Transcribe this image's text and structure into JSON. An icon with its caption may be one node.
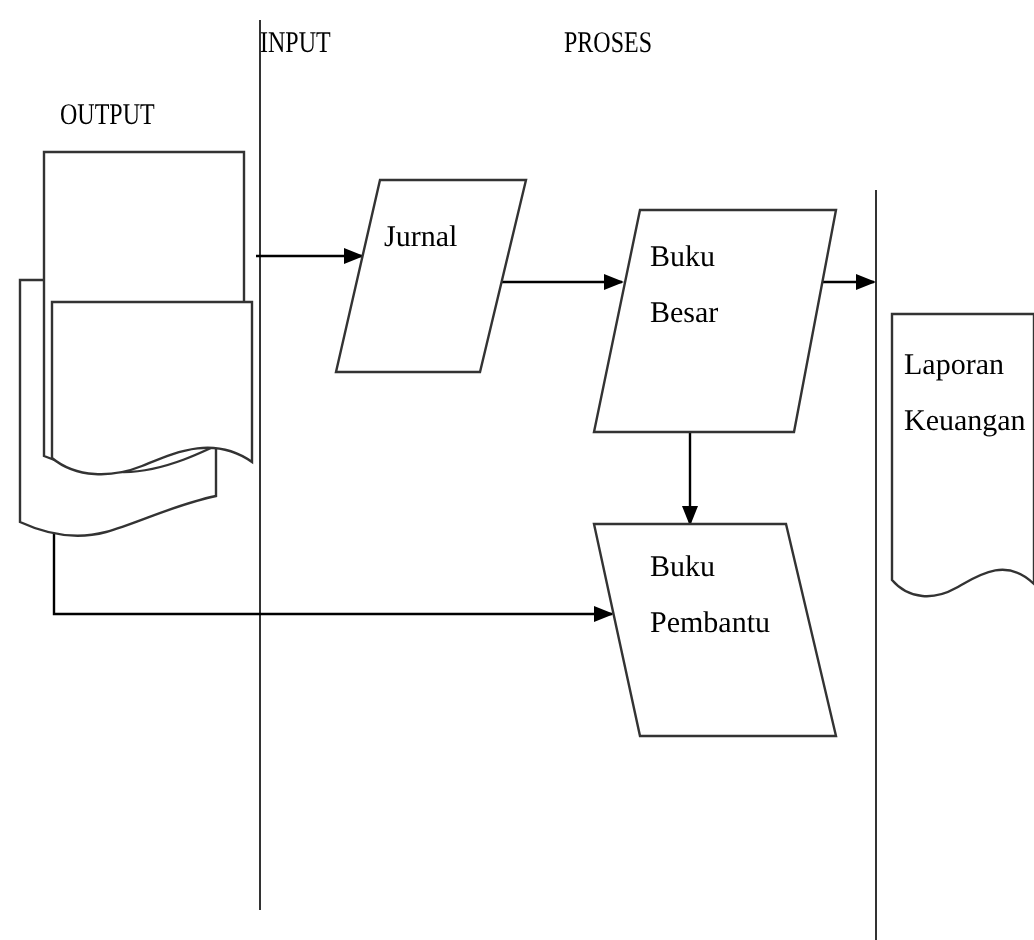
{
  "diagram": {
    "nodes": [
      {
        "text": [],
        "shape": "document"
      },
      {
        "text": [
          "Jurnal"
        ]
      },
      {
        "text": [
          "Buku Besar"
        ]
      },
      {
        "text": [
          "Buku Pembantu"
        ]
      },
      {
        "text": [
          "Laporan Keuangan"
        ]
      }
    ],
    "edges": [
      {
        "from": 0,
        "to": 1,
        "arrow": "to"
      },
      {
        "from": 1,
        "to": 2,
        "arrow": "to"
      },
      {
        "from": 2,
        "to": 3,
        "arrow": "to"
      },
      {
        "from": 0,
        "to": 3,
        "arrow": "to"
      },
      {
        "from": 2,
        "to": 4,
        "arrow": "to"
      }
    ],
    "labels": [
      "INPUT",
      "PROSES",
      "OUTPUT"
    ]
  }
}
